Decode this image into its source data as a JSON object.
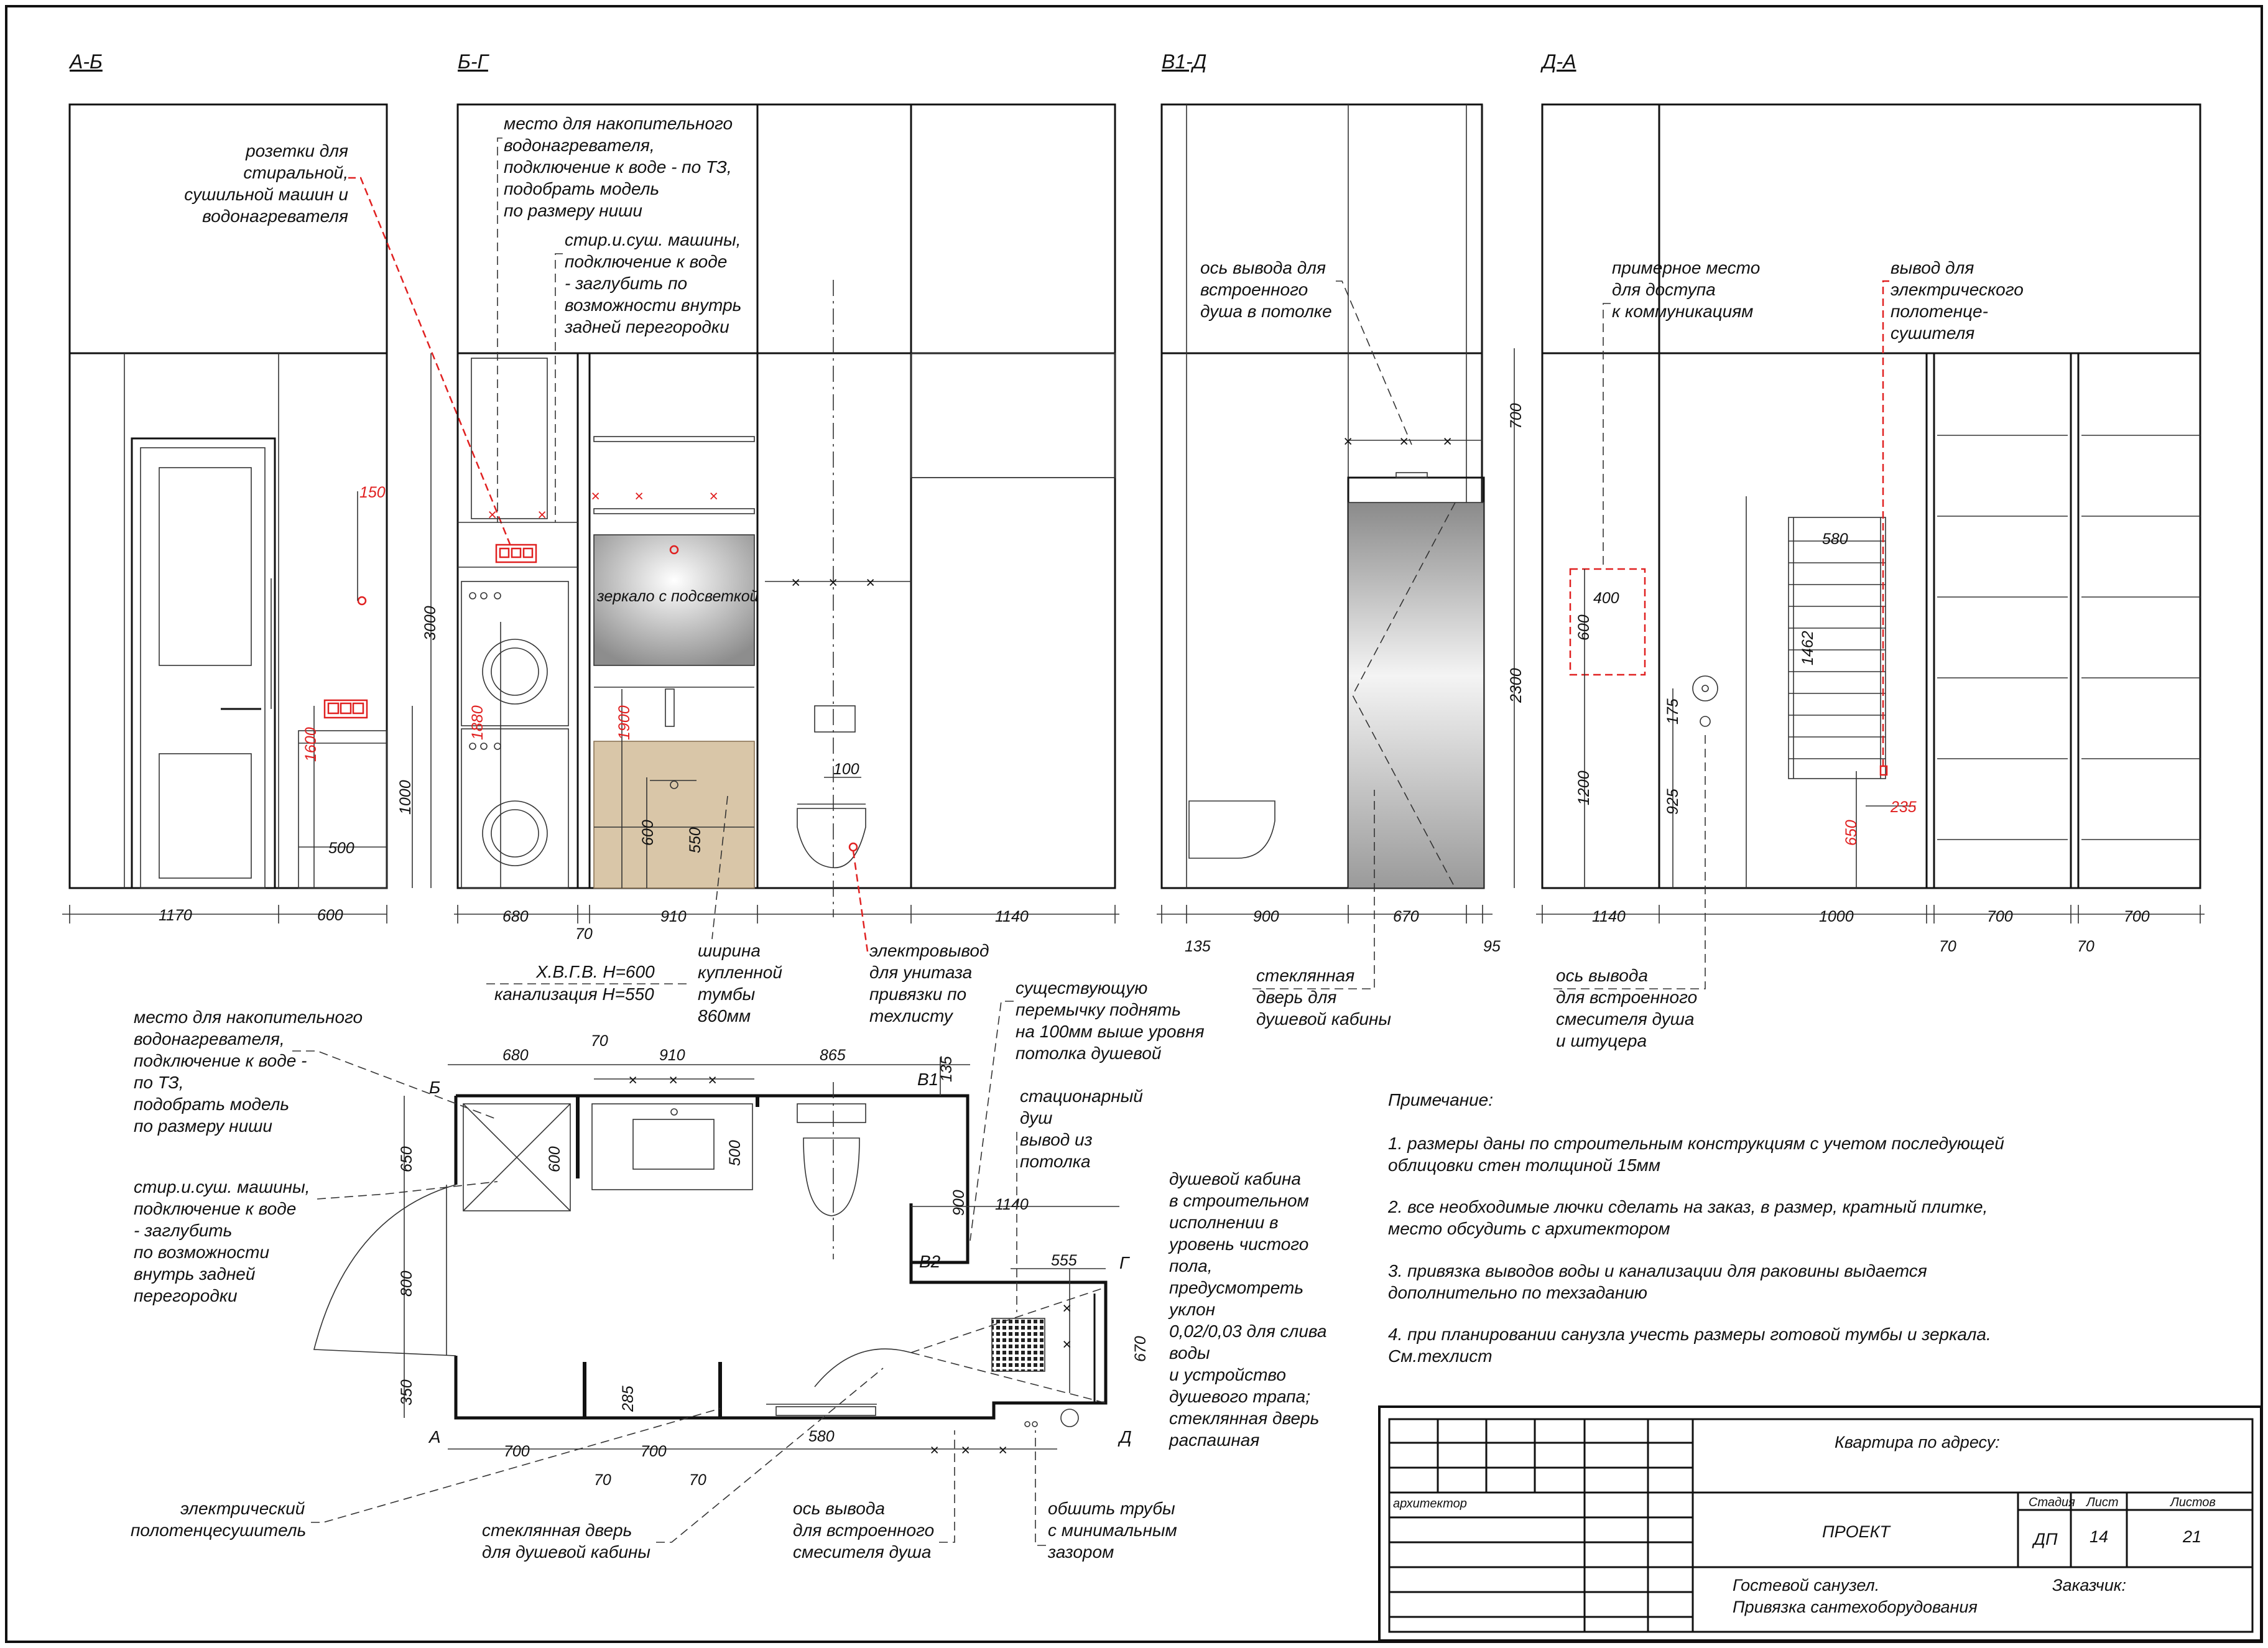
{
  "sections": [
    "А-Б",
    "Б-Г",
    "В1-Д",
    "Д-А"
  ],
  "elev_ab": {
    "label_sockets": [
      "розетки для",
      "стиральной,",
      "сушильной машин и",
      "водонагревателя"
    ],
    "dims": [
      "1170",
      "600",
      "500",
      "1000",
      "1600",
      "150",
      "3000"
    ]
  },
  "elev_bg": {
    "label_heater": [
      "место для накопительного",
      "водонагревателя,",
      "подключение к воде - по ТЗ,",
      "подобрать модель",
      "по размеру ниши"
    ],
    "label_washers": [
      "стир.и.суш. машины,",
      "подключение к воде",
      "- заглубить по",
      "возможности внутрь",
      "задней перегородки"
    ],
    "mirror": "зеркало с подсветкой",
    "dims": [
      "680",
      "70",
      "910",
      "1140",
      "1880",
      "1900",
      "600",
      "550",
      "100"
    ],
    "label_water": [
      "Х.В.Г.В. Н=600",
      "канализация Н=550"
    ],
    "label_vanity": [
      "ширина",
      "купленной",
      "тумбы",
      "860мм"
    ],
    "label_elec": [
      "электровывод",
      "для унитаза",
      "привязки по",
      "техлисту"
    ]
  },
  "elev_v1d": {
    "label_axis": [
      "ось вывода для",
      "встроенного",
      "душа в потолке"
    ],
    "dims": [
      "900",
      "670",
      "135",
      "95",
      "700",
      "2300"
    ],
    "label_door": [
      "стеклянная",
      "дверь для",
      "душевой кабины"
    ]
  },
  "elev_da": {
    "label_access": [
      "примерное место",
      "для доступа",
      "к коммуникациям"
    ],
    "label_towel": [
      "вывод для",
      "электрического",
      "полотенце-",
      "сушителя"
    ],
    "dims": [
      "1140",
      "1000",
      "700",
      "700",
      "70",
      "70",
      "400",
      "600",
      "1200",
      "175",
      "925",
      "580",
      "1462",
      "650",
      "235"
    ],
    "label_mixer": [
      "ось вывода",
      "для встроенного",
      "смесителя душа",
      "и штуцера"
    ]
  },
  "plan": {
    "label_heater": [
      "место для накопительного",
      "водонагревателя,",
      "подключение к воде -",
      "по ТЗ,",
      "подобрать модель",
      "по размеру ниши"
    ],
    "label_washers": [
      "стир.и.суш. машины,",
      "подключение к воде",
      "- заглубить",
      "по возможности",
      "внутрь задней",
      "перегородки"
    ],
    "label_lintel": [
      "существующую",
      "перемычку поднять",
      "на 100мм выше уровня",
      "потолка душевой"
    ],
    "label_shower": [
      "стационарный",
      "душ",
      "вывод из",
      "потолка"
    ],
    "label_cabin": [
      "душевой кабина",
      "в строительном",
      "исполнении в",
      "уровень чистого",
      "пола,",
      "предусмотреть",
      "уклон",
      "0,02/0,03 для слива",
      "воды",
      "и устройство",
      "душевого трапа;",
      "стеклянная дверь",
      "распашная"
    ],
    "label_towel": [
      "электрический",
      "полотенцесушитель"
    ],
    "label_glass": [
      "стеклянная дверь",
      "для душевой кабины"
    ],
    "label_mixer": [
      "ось вывода",
      "для встроенного",
      "смесителя душа"
    ],
    "label_pipes": [
      "обшить трубы",
      "с минимальным",
      "зазором"
    ],
    "corners": [
      "Б",
      "В1",
      "В2",
      "Г",
      "А",
      "Д"
    ],
    "dims": [
      "680",
      "70",
      "910",
      "865",
      "650",
      "800",
      "350",
      "600",
      "500",
      "900",
      "1140",
      "555",
      "670",
      "135",
      "285",
      "700",
      "700",
      "70",
      "70",
      "580"
    ]
  },
  "notes": {
    "title": "Примечание:",
    "items": [
      [
        "1. размеры даны по строительным конструкциям с учетом последующей",
        "облицовки стен толщиной 15мм"
      ],
      [
        "2. все необходимые лючки сделать на заказ, в размер, кратный  плитке,",
        "место обсудить с архитектором"
      ],
      [
        "3. привязка выводов воды и канализации для раковины выдается",
        "дополнительно по техзаданию"
      ],
      [
        "4. при планировании санузла учесть размеры готовой тумбы и зеркала.",
        "См.техлист"
      ]
    ]
  },
  "title_block": {
    "address": "Квартира по адресу:",
    "architect": "архитектор",
    "project": "ПРОЕКТ",
    "stage_h": "Стадия",
    "sheet_h": "Лист",
    "sheets_h": "Листов",
    "stage": "ДП",
    "sheet": "14",
    "sheets": "21",
    "desc": [
      "Гостевой санузел.",
      "Привязка сантехоборудования"
    ],
    "customer": "Заказчик:"
  }
}
